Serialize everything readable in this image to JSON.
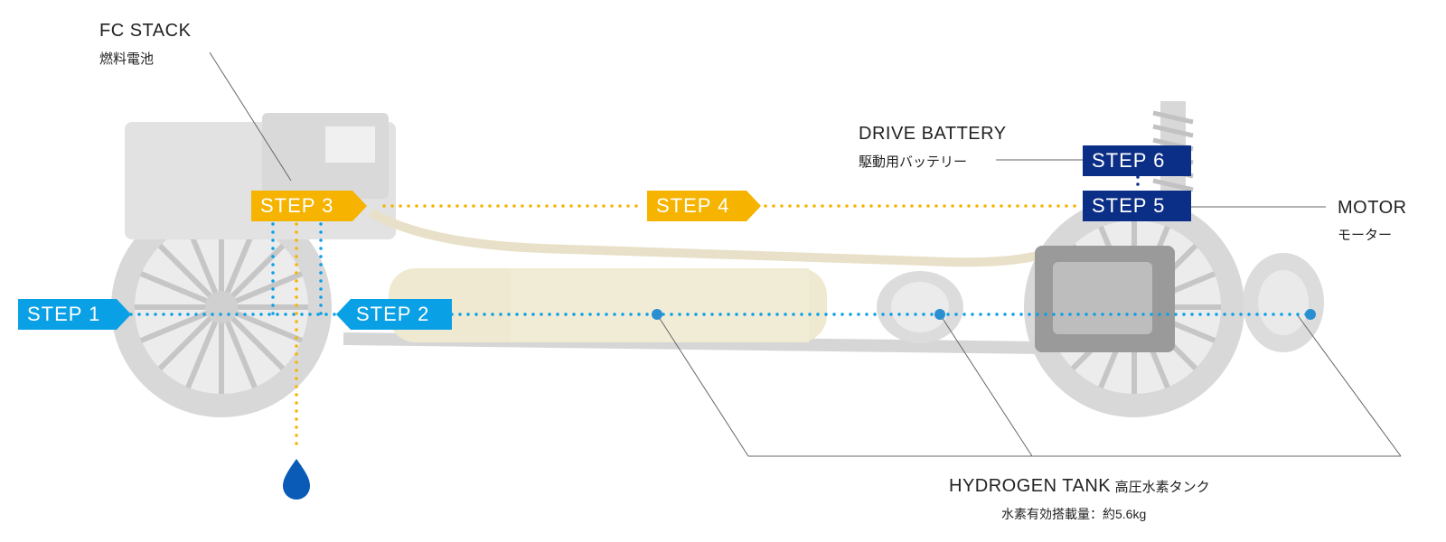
{
  "labels": {
    "fc_stack": {
      "en": "FC STACK",
      "jp": "燃料電池"
    },
    "drive_battery": {
      "en": "DRIVE BATTERY",
      "jp": "駆動用バッテリー"
    },
    "motor": {
      "en": "MOTOR",
      "jp": "モーター"
    },
    "hydrogen_tank": {
      "en": "HYDROGEN TANK",
      "jp": "高圧水素タンク",
      "capacity": "水素有効搭載量：約5.6kg"
    }
  },
  "steps": {
    "s1": "STEP 1",
    "s2": "STEP 2",
    "s3": "STEP 3",
    "s4": "STEP 4",
    "s5": "STEP 5",
    "s6": "STEP 6"
  },
  "colors": {
    "hydrogen_flow": "#0aa0e6",
    "power_flow": "#f6b400",
    "battery_motor": "#0b2e86",
    "water_drop": "#0a5bb8"
  },
  "icons": {
    "water": "water-drop-icon"
  }
}
